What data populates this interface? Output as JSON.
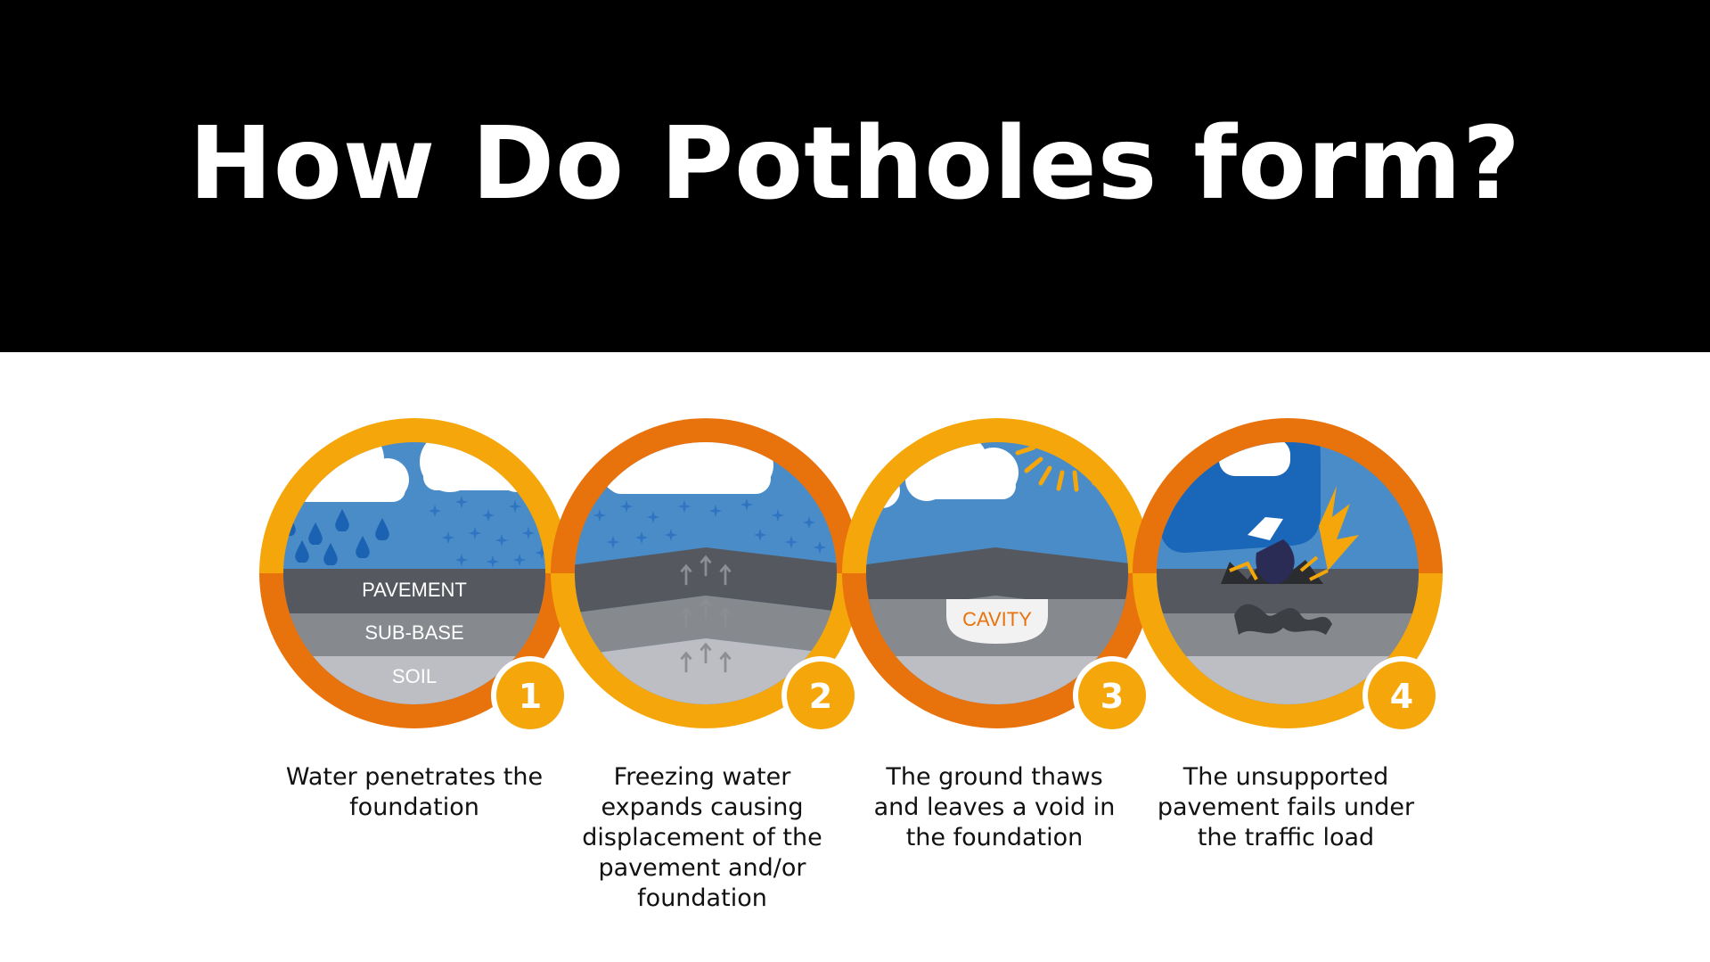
{
  "title": "How Do Potholes form?",
  "colors": {
    "header_bg": "#000000",
    "ring_orange": "#E8720C",
    "ring_gold": "#F5A60A",
    "sky": "#4A8CC8",
    "pavement": "#55585E",
    "subbase": "#86898E",
    "soil": "#BDBEC3",
    "car": "#1A66B8"
  },
  "layers": {
    "pavement": "PAVEMENT",
    "subbase": "SUB-BASE",
    "soil": "SOIL"
  },
  "cavity_label": "CAVITY",
  "steps": [
    {
      "number": "1",
      "caption": "Water penetrates the foundation",
      "scene": "rain"
    },
    {
      "number": "2",
      "caption": "Freezing water expands causing displacement of the pavement and/or foundation",
      "scene": "freeze"
    },
    {
      "number": "3",
      "caption": "The ground thaws and leaves a void in the foundation",
      "scene": "thaw"
    },
    {
      "number": "4",
      "caption": "The unsupported pavement fails under the traffic load",
      "scene": "fail"
    }
  ]
}
